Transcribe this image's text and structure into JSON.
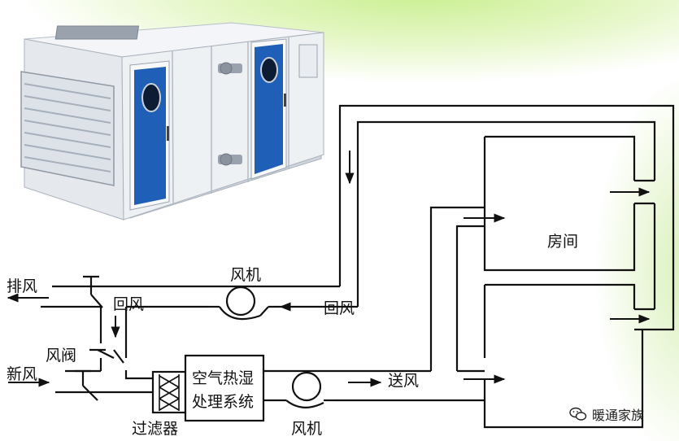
{
  "labels": {
    "exhaust_air": "排风",
    "return_air_left": "回风",
    "fan_top": "风机",
    "return_air_right": "回风",
    "room": "房间",
    "damper": "风阀",
    "fresh_air": "新风",
    "treatment_line1": "空气热湿",
    "treatment_line2": "处理系统",
    "supply_air": "送风",
    "filter": "过滤器",
    "fan_bottom": "风机"
  },
  "watermark": {
    "text": "暖通家族",
    "icon": "wechat-icon"
  },
  "colors": {
    "panel_blue": "#1f5fb8",
    "unit_body": "#e8ecf1",
    "line": "#111111"
  }
}
